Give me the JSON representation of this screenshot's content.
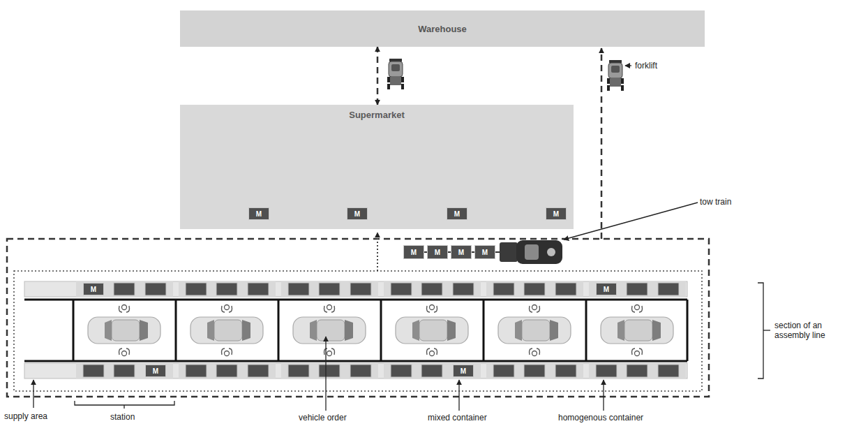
{
  "diagram": {
    "nodes": [
      {
        "text": [
          "Warehouse"
        ]
      },
      {
        "text": [
          "Supermarket"
        ]
      },
      {
        "text": [
          "M"
        ],
        "in": 1
      },
      {
        "text": [
          "M"
        ],
        "in": 1
      },
      {
        "text": [
          "M"
        ],
        "in": 1
      },
      {
        "text": [
          "M"
        ],
        "in": 1
      },
      {
        "text": [
          "M"
        ]
      },
      {
        "text": [
          "M"
        ]
      },
      {
        "text": [
          "M"
        ]
      },
      {
        "text": [
          "M"
        ]
      },
      {
        "text": [
          "M"
        ]
      },
      {
        "text": [
          "M"
        ]
      },
      {
        "text": [
          "M"
        ]
      },
      {
        "text": [
          "M"
        ]
      }
    ],
    "edges": [
      {
        "from": 1,
        "to": 0,
        "arrow": "both"
      }
    ],
    "labels": [
      "forklift",
      "tow train",
      "section of an assembly line",
      "supply area",
      "station",
      "vehicle order",
      "mixed container",
      "homogenous container"
    ]
  }
}
